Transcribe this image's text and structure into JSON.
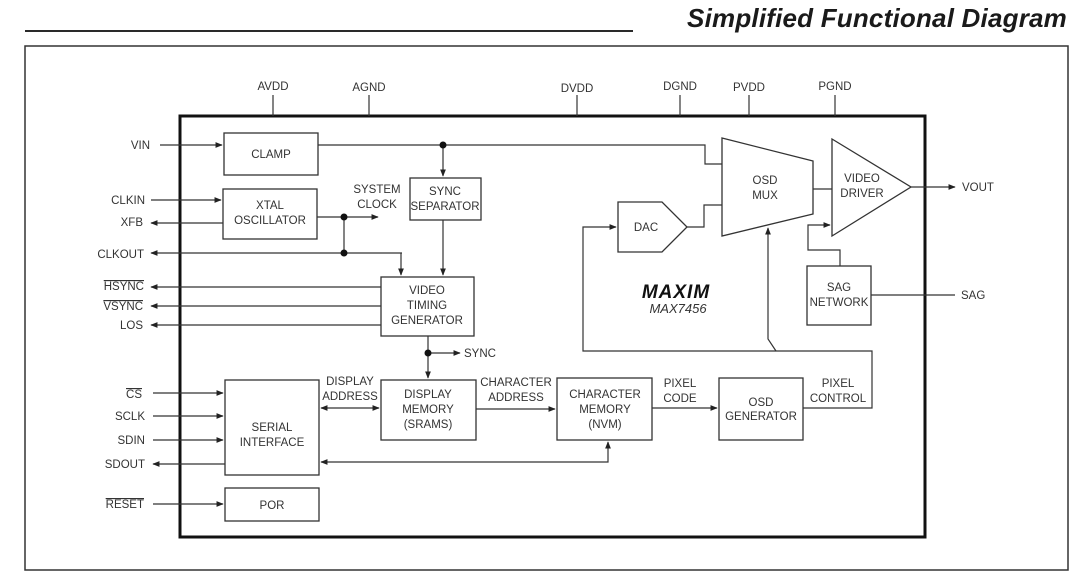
{
  "title": "Simplified Functional Diagram",
  "chip": {
    "logo": "MAXIM",
    "part_number": "MAX7456"
  },
  "top_pins": [
    "AVDD",
    "AGND",
    "DVDD",
    "DGND",
    "PVDD",
    "PGND"
  ],
  "left_pins": {
    "vin": "VIN",
    "clkin": "CLKIN",
    "xfb": "XFB",
    "clkout": "CLKOUT",
    "hsync": "HSYNC",
    "vsync": "VSYNC",
    "los": "LOS",
    "cs": "CS",
    "sclk": "SCLK",
    "sdin": "SDIN",
    "sdout": "SDOUT",
    "reset": "RESET"
  },
  "overbar_pins": [
    "HSYNC",
    "VSYNC",
    "CS",
    "RESET"
  ],
  "right_pins": {
    "vout": "VOUT",
    "sag": "SAG"
  },
  "blocks": {
    "clamp": [
      "CLAMP"
    ],
    "xtal": [
      "XTAL",
      "OSCILLATOR"
    ],
    "sync_sep": [
      "SYNC",
      "SEPARATOR"
    ],
    "vtg": [
      "VIDEO",
      "TIMING",
      "GENERATOR"
    ],
    "serial": [
      "SERIAL",
      "INTERFACE"
    ],
    "por": [
      "POR"
    ],
    "disp_mem": [
      "DISPLAY",
      "MEMORY",
      "(SRAMS)"
    ],
    "char_mem": [
      "CHARACTER",
      "MEMORY",
      "(NVM)"
    ],
    "osd_gen": [
      "OSD",
      "GENERATOR"
    ],
    "dac": [
      "DAC"
    ],
    "osd_mux": [
      "OSD",
      "MUX"
    ],
    "video_driver": [
      "VIDEO",
      "DRIVER"
    ],
    "sag_net": [
      "SAG",
      "NETWORK"
    ]
  },
  "signals": {
    "system_clock": [
      "SYSTEM",
      "CLOCK"
    ],
    "sync": "SYNC",
    "display_address": [
      "DISPLAY",
      "ADDRESS"
    ],
    "character_address": [
      "CHARACTER",
      "ADDRESS"
    ],
    "pixel_code": [
      "PIXEL",
      "CODE"
    ],
    "pixel_control": [
      "PIXEL",
      "CONTROL"
    ]
  }
}
